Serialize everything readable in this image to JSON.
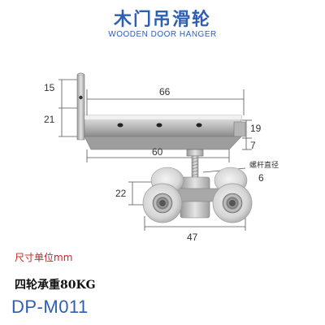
{
  "header": {
    "title": "木门吊滑轮",
    "subtitle": "WOODEN DOOR HANGER"
  },
  "dimensions": {
    "bracket_top": "15",
    "bracket_height": "21",
    "top_length": "66",
    "plate_height": "19",
    "plate_offset": "7",
    "base_length": "60",
    "rod_label": "螺杆直径",
    "rod_diameter": "6",
    "wheel_height": "22",
    "wheel_span": "47"
  },
  "notes": {
    "unit": "尺寸单位mm",
    "load": "四轮承重80KG",
    "model": "DP-M011"
  },
  "colors": {
    "brand_blue": "#2f5fb0",
    "note_red": "#d21f1f"
  }
}
